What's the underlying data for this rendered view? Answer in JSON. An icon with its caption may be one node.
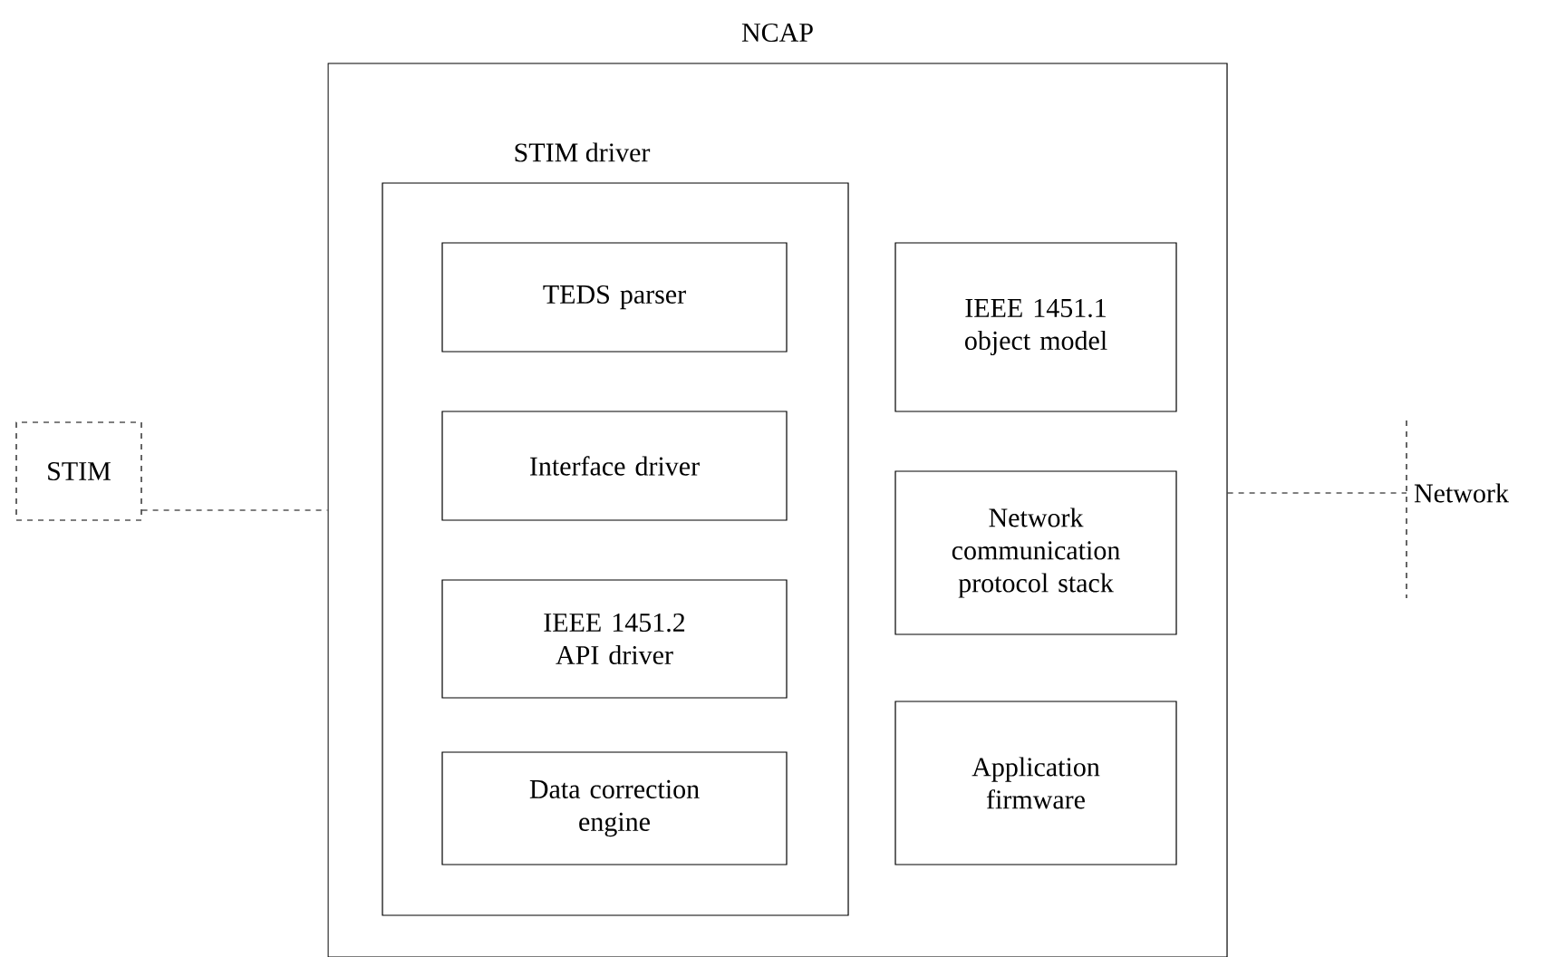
{
  "diagram": {
    "nodes": [
      {
        "text": [
          "NCAP"
        ]
      },
      {
        "text": [
          "STIM driver"
        ],
        "in": 0
      },
      {
        "text": [
          "TEDS parser"
        ],
        "in": 1
      },
      {
        "text": [
          "Interface driver"
        ],
        "in": 1
      },
      {
        "text": [
          "IEEE 1451.2 API driver"
        ],
        "in": 1
      },
      {
        "text": [
          "Data correction engine"
        ],
        "in": 1
      },
      {
        "text": [
          "IEEE 1451.1 object model"
        ],
        "in": 0
      },
      {
        "text": [
          "Network communication protocol stack"
        ],
        "in": 0
      },
      {
        "text": [
          "Application firmware"
        ],
        "in": 0
      },
      {
        "text": [
          "STIM"
        ]
      },
      {
        "text": [
          "Network"
        ]
      }
    ],
    "edges": [
      {
        "from": 9,
        "to": 0,
        "arrow": "none",
        "style": "dashed"
      },
      {
        "from": 0,
        "to": 10,
        "arrow": "none",
        "style": "dashed"
      }
    ]
  }
}
